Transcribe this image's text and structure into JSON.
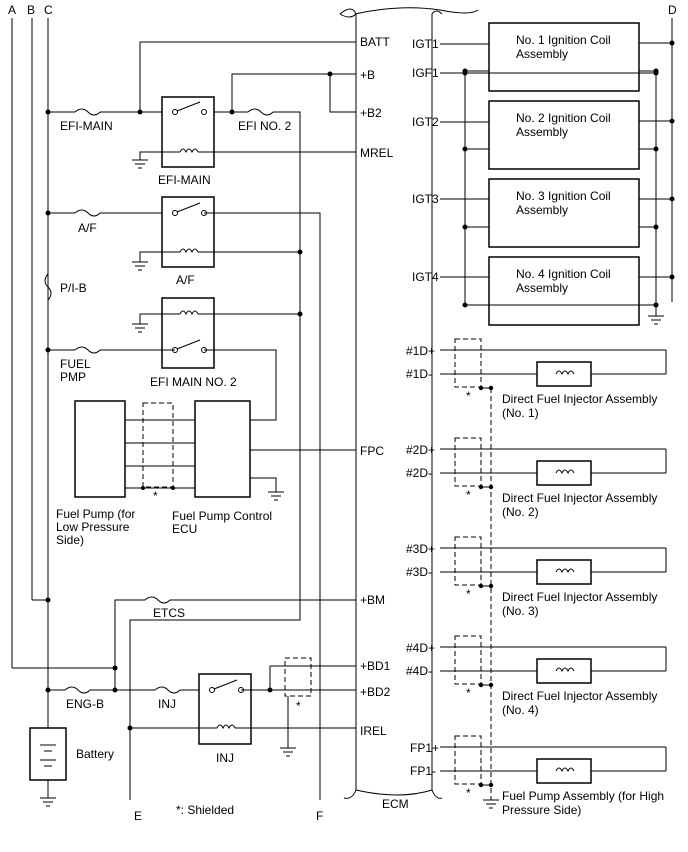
{
  "bus_labels": {
    "a": "A",
    "b": "B",
    "c": "C",
    "d": "D",
    "e": "E",
    "f": "F"
  },
  "ecm": {
    "label": "ECM",
    "left_pins": [
      "BATT",
      "+B",
      "+B2",
      "MREL",
      "FPC",
      "+BM",
      "+BD1",
      "+BD2",
      "IREL"
    ],
    "ign_pins": [
      "IGT1",
      "IGF1",
      "IGT2",
      "IGT3",
      "IGT4"
    ],
    "inj_pins": [
      "#1D+",
      "#1D-",
      "#2D+",
      "#2D-",
      "#3D+",
      "#3D-",
      "#4D+",
      "#4D-",
      "FP1+",
      "FP1-"
    ]
  },
  "fuses": {
    "efi_main": "EFI-MAIN",
    "efi_no2": "EFI NO. 2",
    "af": "A/F",
    "pib": "P/I-B",
    "fuel_pmp": "FUEL\nPMP",
    "etcs": "ETCS",
    "eng_b": "ENG-B",
    "inj": "INJ"
  },
  "relays": {
    "efi_main": "EFI-MAIN",
    "af": "A/F",
    "efi_main_no2": "EFI MAIN NO. 2",
    "inj": "INJ"
  },
  "components": {
    "fuel_pump_low": "Fuel Pump (for\nLow Pressure\nSide)",
    "fuel_pump_ecu": "Fuel Pump Control\nECU",
    "battery": "Battery",
    "shielded_note": "*: Shielded",
    "shield_mark": "*"
  },
  "coils": [
    "No. 1 Ignition Coil\nAssembly",
    "No. 2 Ignition Coil\nAssembly",
    "No. 3 Ignition Coil\nAssembly",
    "No. 4 Ignition Coil\nAssembly"
  ],
  "injectors": [
    "Direct Fuel Injector Assembly\n(No. 1)",
    "Direct Fuel Injector Assembly\n(No. 2)",
    "Direct Fuel Injector Assembly\n(No. 3)",
    "Direct Fuel Injector Assembly\n(No. 4)",
    "Fuel Pump Assembly (for High\nPressure Side)"
  ]
}
